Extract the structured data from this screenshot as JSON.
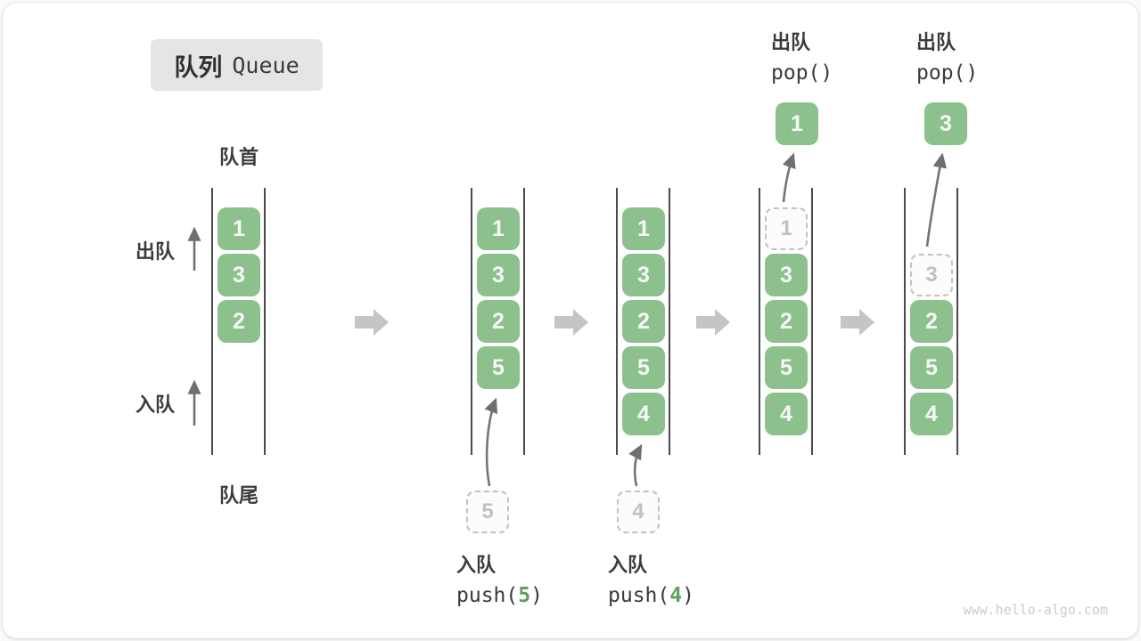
{
  "title": {
    "zh": "队列",
    "en": "Queue"
  },
  "side_labels": {
    "front": "队首",
    "rear": "队尾",
    "dequeue": "出队",
    "enqueue": "入队"
  },
  "watermark": "www.hello-algo.com",
  "colors": {
    "box_green": "#8CC08D",
    "box_text": "#F7FAF7",
    "accent_green": "#5BA35B",
    "label_dark": "#3C3C3C",
    "dashed_gray": "#C2C2C2",
    "rail_gray": "#4A4A4A",
    "block_arrow_gray": "#C5C5C5",
    "arrow_gray": "#6F6F6F",
    "title_bg": "#E5E5E5",
    "watermark_gray": "#CBCBCB"
  },
  "columns": [
    {
      "slots": [
        {
          "value": "1",
          "variant": "solid"
        },
        {
          "value": "3",
          "variant": "solid"
        },
        {
          "value": "2",
          "variant": "solid"
        }
      ]
    },
    {
      "slots": [
        {
          "value": "1",
          "variant": "solid"
        },
        {
          "value": "3",
          "variant": "solid"
        },
        {
          "value": "2",
          "variant": "solid"
        },
        {
          "value": "5",
          "variant": "solid"
        }
      ],
      "incoming_box": {
        "value": "5"
      },
      "op_label": {
        "position": "bottom",
        "zh": "入队",
        "code_prefix": "push(",
        "code_arg": "5",
        "code_suffix": ")"
      }
    },
    {
      "slots": [
        {
          "value": "1",
          "variant": "solid"
        },
        {
          "value": "3",
          "variant": "solid"
        },
        {
          "value": "2",
          "variant": "solid"
        },
        {
          "value": "5",
          "variant": "solid"
        },
        {
          "value": "4",
          "variant": "solid"
        }
      ],
      "incoming_box": {
        "value": "4"
      },
      "op_label": {
        "position": "bottom",
        "zh": "入队",
        "code_prefix": "push(",
        "code_arg": "4",
        "code_suffix": ")"
      }
    },
    {
      "slots": [
        {
          "value": "1",
          "variant": "dashed"
        },
        {
          "value": "3",
          "variant": "solid"
        },
        {
          "value": "2",
          "variant": "solid"
        },
        {
          "value": "5",
          "variant": "solid"
        },
        {
          "value": "4",
          "variant": "solid"
        }
      ],
      "outgoing_box": {
        "value": "1"
      },
      "op_label": {
        "position": "top",
        "zh": "出队",
        "code": "pop()"
      }
    },
    {
      "slots": [
        {
          "variant": "empty"
        },
        {
          "value": "3",
          "variant": "dashed"
        },
        {
          "value": "2",
          "variant": "solid"
        },
        {
          "value": "5",
          "variant": "solid"
        },
        {
          "value": "4",
          "variant": "solid"
        }
      ],
      "outgoing_box": {
        "value": "3"
      },
      "op_label": {
        "position": "top",
        "zh": "出队",
        "code": "pop()"
      }
    }
  ]
}
